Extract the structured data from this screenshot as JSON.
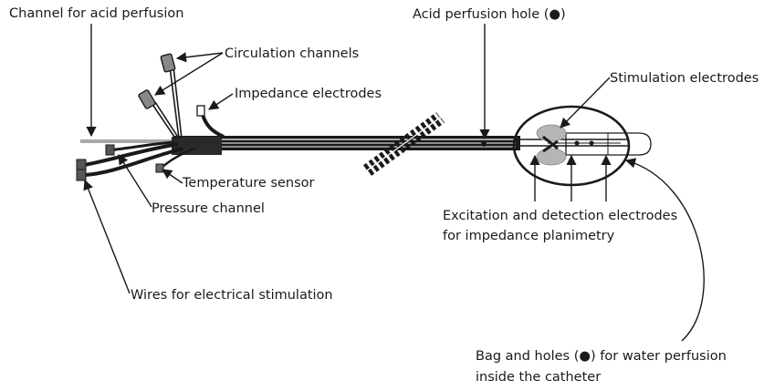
{
  "labels": {
    "acid_channel": "Channel for acid perfusion",
    "circulation": "Circulation channels",
    "impedance": "Impedance electrodes",
    "temperature": "Temperature sensor",
    "pressure": "Pressure channel",
    "wires": "Wires for electrical stimulation",
    "acid_hole": "Acid perfusion hole (●)",
    "stim_electrodes": "Stimulation electrodes",
    "excitation_line1": "Excitation and detection electrodes",
    "excitation_line2": "for impedance planimetry",
    "bag_line1": "Bag and holes (●) for water perfusion",
    "bag_line2": "inside the catheter"
  },
  "colors": {
    "ink": "#1a1a1a",
    "catheter_gray": "#a8a8a8",
    "electrode_gray": "#b5b5b5"
  }
}
